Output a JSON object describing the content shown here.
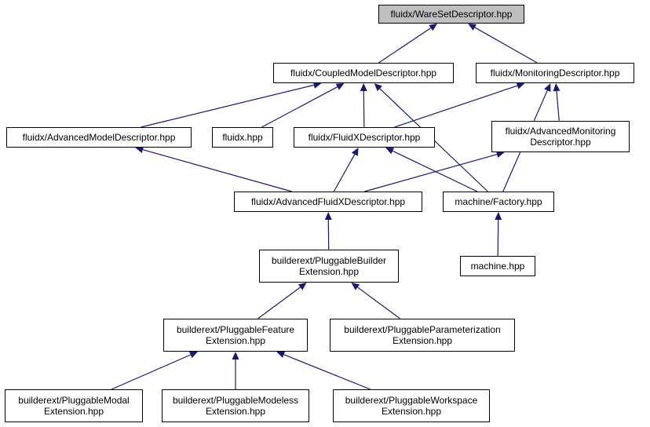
{
  "colors": {
    "edge": "#191970",
    "root_fill": "#bfbfbf",
    "node_fill": "#ffffff",
    "border": "#000000"
  },
  "nodes": {
    "waresetdescriptor": {
      "lines": [
        "fluidx/WareSetDescriptor.hpp"
      ]
    },
    "coupledmodeldescriptor": {
      "lines": [
        "fluidx/CoupledModelDescriptor.hpp"
      ]
    },
    "monitoringdescriptor": {
      "lines": [
        "fluidx/MonitoringDescriptor.hpp"
      ]
    },
    "advancedmodeldescriptor": {
      "lines": [
        "fluidx/AdvancedModelDescriptor.hpp"
      ]
    },
    "fluidx_hpp": {
      "lines": [
        "fluidx.hpp"
      ]
    },
    "fluidxdescriptor": {
      "lines": [
        "fluidx/FluidXDescriptor.hpp"
      ]
    },
    "advancedmonitoringdescriptor": {
      "lines": [
        "fluidx/AdvancedMonitoring",
        "Descriptor.hpp"
      ]
    },
    "advancedfluidxdescriptor": {
      "lines": [
        "fluidx/AdvancedFluidXDescriptor.hpp"
      ]
    },
    "machine_factory": {
      "lines": [
        "machine/Factory.hpp"
      ]
    },
    "pluggablebuilderextension": {
      "lines": [
        "builderext/PluggableBuilder",
        "Extension.hpp"
      ]
    },
    "machine_hpp": {
      "lines": [
        "machine.hpp"
      ]
    },
    "pluggablefeatureextension": {
      "lines": [
        "builderext/PluggableFeature",
        "Extension.hpp"
      ]
    },
    "pluggableparameterizationextension": {
      "lines": [
        "builderext/PluggableParameterization",
        "Extension.hpp"
      ]
    },
    "pluggablemodalextension": {
      "lines": [
        "builderext/PluggableModal",
        "Extension.hpp"
      ]
    },
    "pluggablemodelessextension": {
      "lines": [
        "builderext/PluggableModeless",
        "Extension.hpp"
      ]
    },
    "pluggableworkspaceextension": {
      "lines": [
        "builderext/PluggableWorkspace",
        "Extension.hpp"
      ]
    }
  },
  "edges": [
    {
      "from": "coupledmodeldescriptor",
      "to": "waresetdescriptor"
    },
    {
      "from": "monitoringdescriptor",
      "to": "waresetdescriptor"
    },
    {
      "from": "advancedmodeldescriptor",
      "to": "coupledmodeldescriptor"
    },
    {
      "from": "fluidx_hpp",
      "to": "coupledmodeldescriptor"
    },
    {
      "from": "fluidxdescriptor",
      "to": "coupledmodeldescriptor"
    },
    {
      "from": "machine_factory",
      "to": "coupledmodeldescriptor"
    },
    {
      "from": "fluidxdescriptor",
      "to": "monitoringdescriptor"
    },
    {
      "from": "advancedmonitoringdescriptor",
      "to": "monitoringdescriptor"
    },
    {
      "from": "machine_factory",
      "to": "monitoringdescriptor"
    },
    {
      "from": "advancedfluidxdescriptor",
      "to": "advancedmodeldescriptor"
    },
    {
      "from": "advancedfluidxdescriptor",
      "to": "fluidxdescriptor"
    },
    {
      "from": "machine_factory",
      "to": "fluidxdescriptor"
    },
    {
      "from": "advancedfluidxdescriptor",
      "to": "advancedmonitoringdescriptor"
    },
    {
      "from": "pluggablebuilderextension",
      "to": "advancedfluidxdescriptor"
    },
    {
      "from": "machine_hpp",
      "to": "machine_factory"
    },
    {
      "from": "pluggablefeatureextension",
      "to": "pluggablebuilderextension"
    },
    {
      "from": "pluggableparameterizationextension",
      "to": "pluggablebuilderextension"
    },
    {
      "from": "pluggablemodalextension",
      "to": "pluggablefeatureextension"
    },
    {
      "from": "pluggablemodelessextension",
      "to": "pluggablefeatureextension"
    },
    {
      "from": "pluggableworkspaceextension",
      "to": "pluggablefeatureextension"
    }
  ]
}
